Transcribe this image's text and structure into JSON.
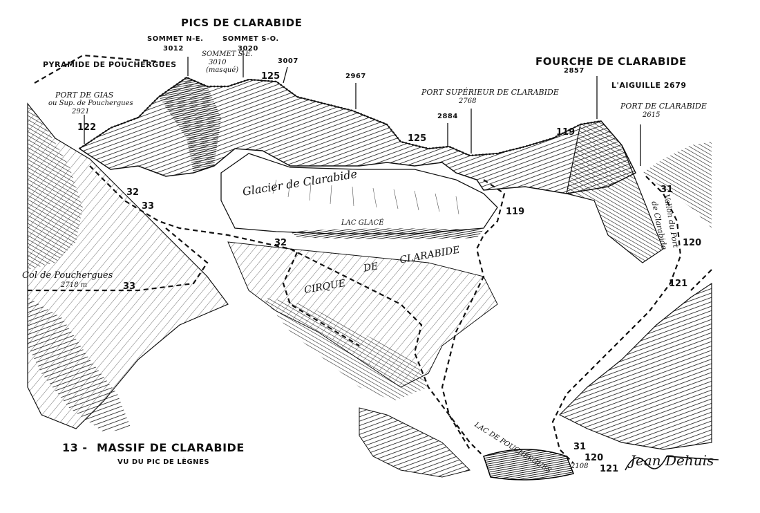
{
  "title": {
    "main": "PICS DE CLARABIDE",
    "caption_number": "13 -",
    "caption_title": "MASSIF DE CLARABIDE",
    "caption_sub": "VU DU PIC DE LÈGNES",
    "signature": "Jean Dehuis"
  },
  "peaks": {
    "sommet_ne_name": "SOMMET N-E.",
    "sommet_ne_alt": "3012",
    "sommet_so_name": "SOMMET S-O.",
    "sommet_so_alt": "3020",
    "sommet_se_name": "SOMMET S-E.",
    "sommet_se_alt": "3010",
    "sommet_se_note": "(masqué)",
    "p3007": "3007",
    "p2967": "2967",
    "p2884": "2884",
    "pyramide": "PYRAMIDE DE POUCHERGUES",
    "port_gias_name": "PORT DE GIAS",
    "port_gias_sub": "ou Sup. de Pouchergues",
    "port_gias_alt": "2921",
    "port_sup_name": "PORT SUPÉRIEUR DE CLARABIDE",
    "port_sup_alt": "2768",
    "fourche_name": "FOURCHE DE CLARABIDE",
    "fourche_alt": "2857",
    "aiguille": "L'AIGUILLE 2679",
    "port_clar_name": "PORT DE CLARABIDE",
    "port_clar_alt": "2615"
  },
  "places": {
    "glacier": "Glacier de Clarabide",
    "lac_glace": "LAC GLACÉ",
    "cirque_1": "CIRQUE",
    "cirque_2": "DE",
    "cirque_3": "CLARABIDE",
    "col_name": "Col de Pouchergues",
    "col_alt": "2718 m",
    "lac_pouch": "LAC DE POUCHERGUES",
    "lac_pouch_alt": "2108",
    "vallon": "Vallon du Port",
    "vallon_2": "de Clarabide"
  },
  "routes": {
    "r122": "122",
    "r125a": "125",
    "r125b": "125",
    "r119a": "119",
    "r119b": "119",
    "r32a": "32",
    "r33a": "33",
    "r32b": "32",
    "r33b": "33",
    "r31a": "31",
    "r120a": "120",
    "r121a": "121",
    "r31b": "31",
    "r120b": "120",
    "r121b": "121"
  },
  "colors": {
    "ink": "#111111",
    "paper": "#ffffff"
  }
}
